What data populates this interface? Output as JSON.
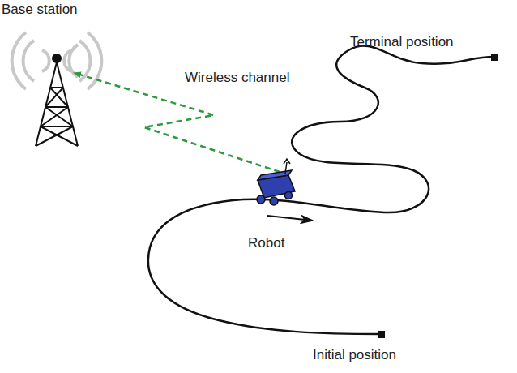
{
  "diagram": {
    "labels": [
      "Base station",
      "Terminal position",
      "Wireless channel",
      "Robot",
      "Initial position"
    ]
  }
}
